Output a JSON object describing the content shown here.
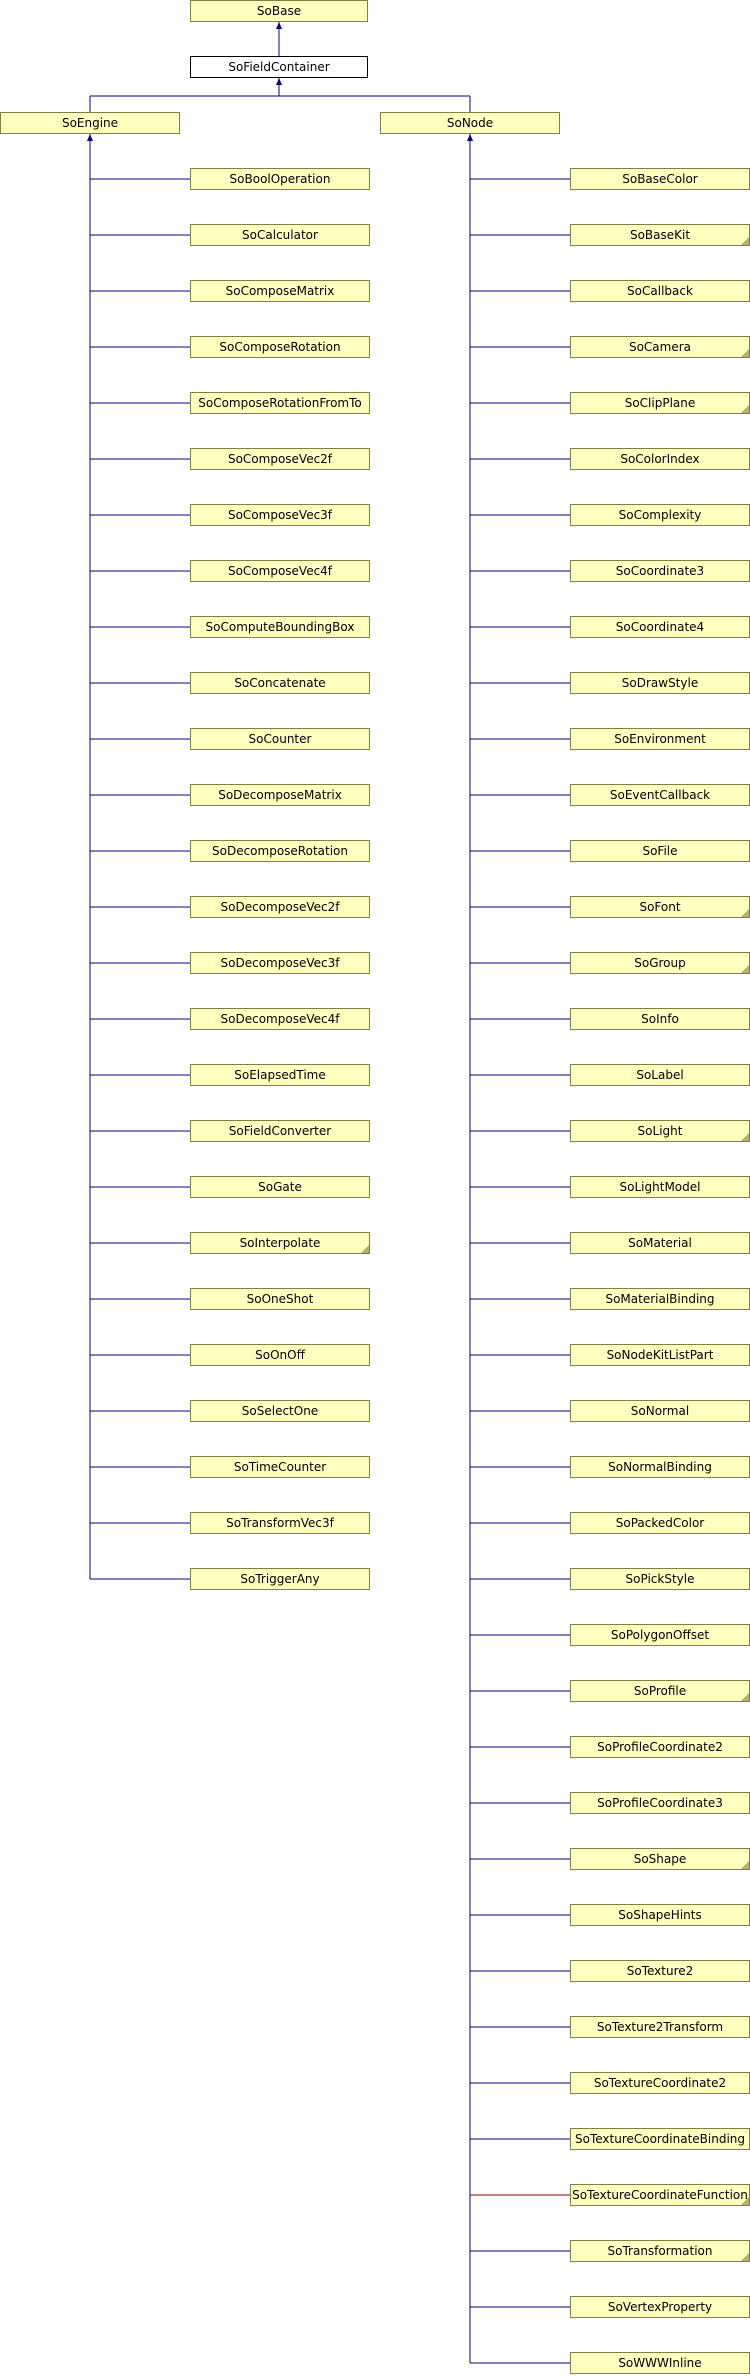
{
  "diagram": {
    "root": "SoBase",
    "field_container": "SoFieldContainer",
    "engine": "SoEngine",
    "node": "SoNode",
    "engine_children": [
      {
        "label": "SoBoolOperation",
        "has_more": false
      },
      {
        "label": "SoCalculator",
        "has_more": false
      },
      {
        "label": "SoComposeMatrix",
        "has_more": false
      },
      {
        "label": "SoComposeRotation",
        "has_more": false
      },
      {
        "label": "SoComposeRotationFromTo",
        "has_more": false
      },
      {
        "label": "SoComposeVec2f",
        "has_more": false
      },
      {
        "label": "SoComposeVec3f",
        "has_more": false
      },
      {
        "label": "SoComposeVec4f",
        "has_more": false
      },
      {
        "label": "SoComputeBoundingBox",
        "has_more": false
      },
      {
        "label": "SoConcatenate",
        "has_more": false
      },
      {
        "label": "SoCounter",
        "has_more": false
      },
      {
        "label": "SoDecomposeMatrix",
        "has_more": false
      },
      {
        "label": "SoDecomposeRotation",
        "has_more": false
      },
      {
        "label": "SoDecomposeVec2f",
        "has_more": false
      },
      {
        "label": "SoDecomposeVec3f",
        "has_more": false
      },
      {
        "label": "SoDecomposeVec4f",
        "has_more": false
      },
      {
        "label": "SoElapsedTime",
        "has_more": false
      },
      {
        "label": "SoFieldConverter",
        "has_more": false
      },
      {
        "label": "SoGate",
        "has_more": false
      },
      {
        "label": "SoInterpolate",
        "has_more": true
      },
      {
        "label": "SoOneShot",
        "has_more": false
      },
      {
        "label": "SoOnOff",
        "has_more": false
      },
      {
        "label": "SoSelectOne",
        "has_more": false
      },
      {
        "label": "SoTimeCounter",
        "has_more": false
      },
      {
        "label": "SoTransformVec3f",
        "has_more": false
      },
      {
        "label": "SoTriggerAny",
        "has_more": false
      }
    ],
    "node_children": [
      {
        "label": "SoBaseColor",
        "has_more": false
      },
      {
        "label": "SoBaseKit",
        "has_more": true
      },
      {
        "label": "SoCallback",
        "has_more": false
      },
      {
        "label": "SoCamera",
        "has_more": true
      },
      {
        "label": "SoClipPlane",
        "has_more": true
      },
      {
        "label": "SoColorIndex",
        "has_more": false
      },
      {
        "label": "SoComplexity",
        "has_more": false
      },
      {
        "label": "SoCoordinate3",
        "has_more": false
      },
      {
        "label": "SoCoordinate4",
        "has_more": false
      },
      {
        "label": "SoDrawStyle",
        "has_more": false
      },
      {
        "label": "SoEnvironment",
        "has_more": false
      },
      {
        "label": "SoEventCallback",
        "has_more": false
      },
      {
        "label": "SoFile",
        "has_more": false
      },
      {
        "label": "SoFont",
        "has_more": true
      },
      {
        "label": "SoGroup",
        "has_more": true
      },
      {
        "label": "SoInfo",
        "has_more": false
      },
      {
        "label": "SoLabel",
        "has_more": false
      },
      {
        "label": "SoLight",
        "has_more": true
      },
      {
        "label": "SoLightModel",
        "has_more": false
      },
      {
        "label": "SoMaterial",
        "has_more": false
      },
      {
        "label": "SoMaterialBinding",
        "has_more": false
      },
      {
        "label": "SoNodeKitListPart",
        "has_more": false
      },
      {
        "label": "SoNormal",
        "has_more": false
      },
      {
        "label": "SoNormalBinding",
        "has_more": false
      },
      {
        "label": "SoPackedColor",
        "has_more": false
      },
      {
        "label": "SoPickStyle",
        "has_more": false
      },
      {
        "label": "SoPolygonOffset",
        "has_more": false
      },
      {
        "label": "SoProfile",
        "has_more": true
      },
      {
        "label": "SoProfileCoordinate2",
        "has_more": false
      },
      {
        "label": "SoProfileCoordinate3",
        "has_more": false
      },
      {
        "label": "SoShape",
        "has_more": true
      },
      {
        "label": "SoShapeHints",
        "has_more": false
      },
      {
        "label": "SoTexture2",
        "has_more": false
      },
      {
        "label": "SoTexture2Transform",
        "has_more": false
      },
      {
        "label": "SoTextureCoordinate2",
        "has_more": false
      },
      {
        "label": "SoTextureCoordinateBinding",
        "has_more": false
      },
      {
        "label": "SoTextureCoordinateFunction",
        "has_more": true
      },
      {
        "label": "SoTransformation",
        "has_more": true
      },
      {
        "label": "SoVertexProperty",
        "has_more": false
      },
      {
        "label": "SoWWWInline",
        "has_more": false
      }
    ],
    "colors": {
      "node_fill": "#ffffc0",
      "node_border": "#808040",
      "current_fill": "#ffffff",
      "edge": "#000080",
      "edge_alt": "#800000"
    }
  }
}
